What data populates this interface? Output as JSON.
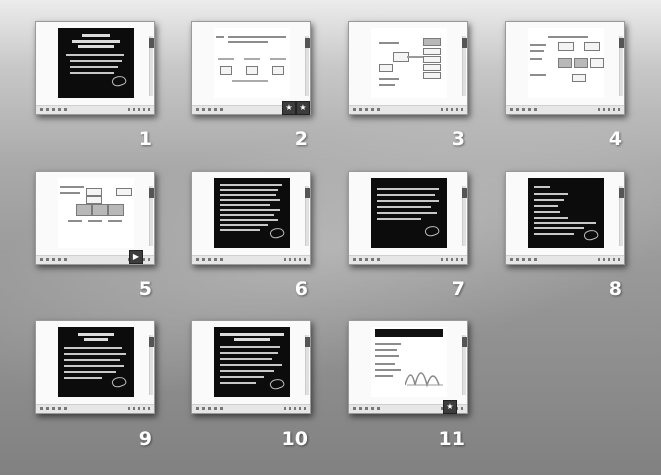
{
  "slides": [
    {
      "number": "1",
      "theme": "dark"
    },
    {
      "number": "2",
      "theme": "light"
    },
    {
      "number": "3",
      "theme": "light"
    },
    {
      "number": "4",
      "theme": "light"
    },
    {
      "number": "5",
      "theme": "light"
    },
    {
      "number": "6",
      "theme": "dark"
    },
    {
      "number": "7",
      "theme": "dark"
    },
    {
      "number": "8",
      "theme": "dark"
    },
    {
      "number": "9",
      "theme": "dark"
    },
    {
      "number": "10",
      "theme": "dark"
    },
    {
      "number": "11",
      "theme": "light"
    }
  ],
  "badges": {
    "slide2": [
      "animation-icon",
      "transition-icon"
    ],
    "slide5": "play-icon",
    "slide11": "animation-icon"
  },
  "colors": {
    "background": "#9a9a9a",
    "slide_number": "#ffffff",
    "dark_slide": "#0c0c0c"
  }
}
